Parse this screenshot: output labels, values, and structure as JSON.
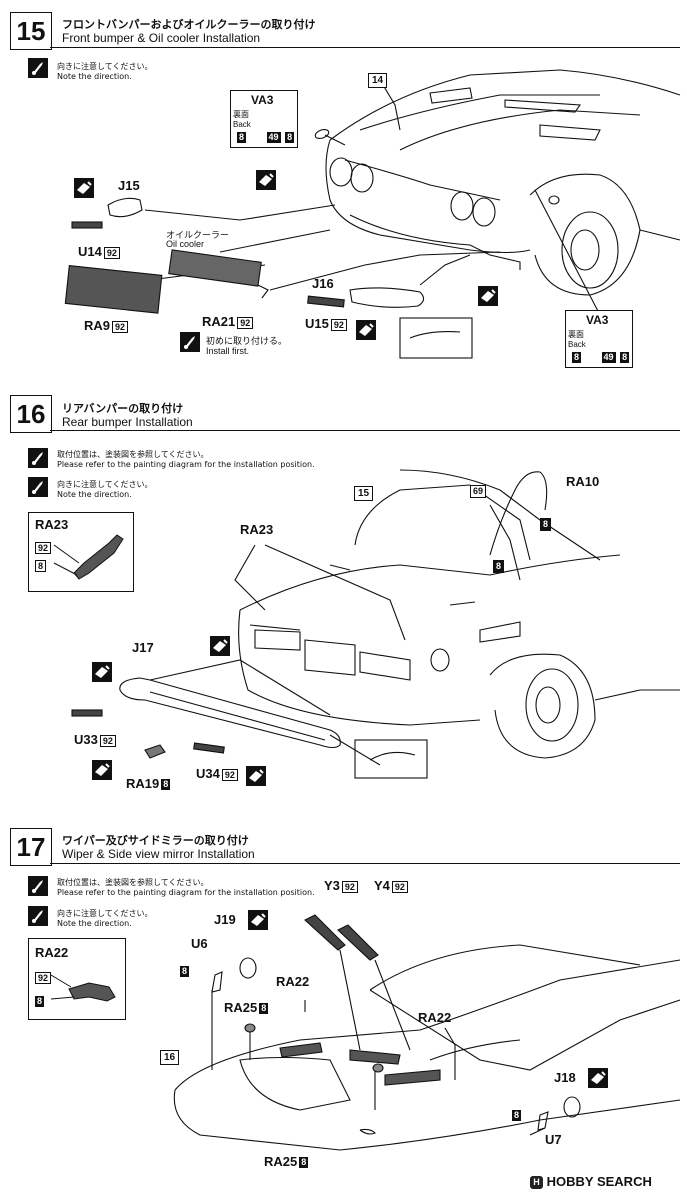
{
  "watermark": {
    "text": "HOBBY SEARCH"
  },
  "s15": {
    "num": "15",
    "title_jp": "フロントバンパーおよびオイルクーラーの取り付け",
    "title_en": "Front bumper & Oil cooler Installation",
    "note_jp": "向きに注意してください。",
    "note_en": "Note the direction.",
    "part_body": "14",
    "va3_top": {
      "title": "VA3",
      "sub_jp": "裏面",
      "sub_en": "Back",
      "b1": "8",
      "b2": "49",
      "b3": "8"
    },
    "va3_bottom": {
      "title": "VA3",
      "sub_jp": "裏面",
      "sub_en": "Back",
      "b1": "8",
      "b2": "49",
      "b3": "8"
    },
    "j15": "J15",
    "u14": "U14",
    "u14_color": "92",
    "oil_jp": "オイルクーラー",
    "oil_en": "Oil cooler",
    "ra9": "RA9",
    "ra9_color": "92",
    "ra21": "RA21",
    "ra21_color": "92",
    "first_jp": "初めに取り付ける。",
    "first_en": "Install first.",
    "j16": "J16",
    "u15": "U15",
    "u15_color": "92"
  },
  "s16": {
    "num": "16",
    "title_jp": "リアバンパーの取り付け",
    "title_en": "Rear bumper Installation",
    "note1_jp": "取付位置は、塗装図を参照してください。",
    "note1_en": "Please refer to the painting diagram for the installation position.",
    "note2_jp": "向きに注意してください。",
    "note2_en": "Note the direction.",
    "inset_title": "RA23",
    "inset_c1": "92",
    "inset_c2": "8",
    "ra23": "RA23",
    "part_body": "15",
    "ra10": "RA10",
    "ra10_c1": "69",
    "ra10_c2": "8",
    "ra10_c3": "8",
    "j17": "J17",
    "u33": "U33",
    "u33_color": "92",
    "ra19": "RA19",
    "ra19_color": "8",
    "u34": "U34",
    "u34_color": "92"
  },
  "s17": {
    "num": "17",
    "title_jp": "ワイパー及びサイドミラーの取り付け",
    "title_en": "Wiper & Side view mirror Installation",
    "note1_jp": "取付位置は、塗装図を参照してください。",
    "note1_en": "Please refer to the painting diagram for the installation position.",
    "note2_jp": "向きに注意してください。",
    "note2_en": "Note the direction.",
    "inset_title": "RA22",
    "inset_c1": "92",
    "inset_c2": "8",
    "y3": "Y3",
    "y3_color": "92",
    "y4": "Y4",
    "y4_color": "92",
    "j19": "J19",
    "u6": "U6",
    "u6_color": "8",
    "ra22a": "RA22",
    "ra25a": "RA25",
    "ra25a_color": "8",
    "ra22b": "RA22",
    "part_body": "16",
    "ra25b": "RA25",
    "ra25b_color": "8",
    "j18": "J18",
    "u7": "U7",
    "u7_color": "8"
  }
}
